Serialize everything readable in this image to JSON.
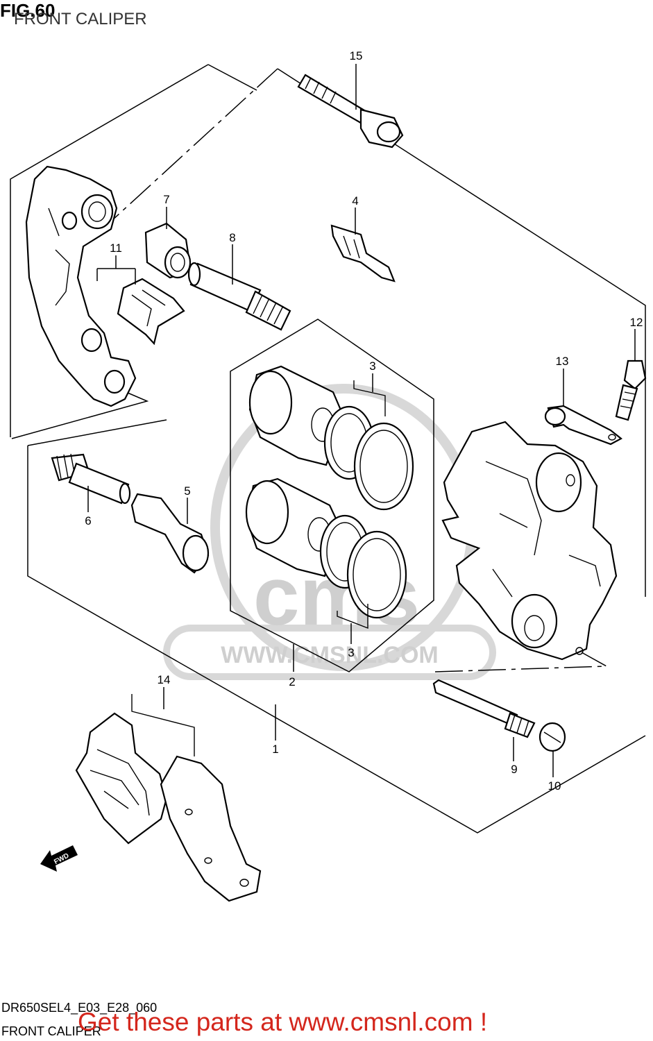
{
  "header": {
    "fig_label": "FIG.60",
    "title": "FRONT CALIPER"
  },
  "watermark": {
    "logo_text": "cms",
    "url_text": "WWW.CMSNL.COM"
  },
  "callouts": [
    {
      "id": "c15",
      "num": "15"
    },
    {
      "id": "c7",
      "num": "7"
    },
    {
      "id": "c4",
      "num": "4"
    },
    {
      "id": "c11",
      "num": "11"
    },
    {
      "id": "c8",
      "num": "8"
    },
    {
      "id": "c12",
      "num": "12"
    },
    {
      "id": "c3a",
      "num": "3"
    },
    {
      "id": "c13",
      "num": "13"
    },
    {
      "id": "c5",
      "num": "5"
    },
    {
      "id": "c6",
      "num": "6"
    },
    {
      "id": "c3b",
      "num": "3"
    },
    {
      "id": "c2",
      "num": "2"
    },
    {
      "id": "c14",
      "num": "14"
    },
    {
      "id": "c1",
      "num": "1"
    },
    {
      "id": "c9",
      "num": "9"
    },
    {
      "id": "c10",
      "num": "10"
    }
  ],
  "direction_arrow": {
    "label": "FWD"
  },
  "footer": {
    "model_code": "DR650SEL4_E03_E28_060",
    "title": "FRONT CALIPER",
    "promo": "Get these parts at www.cmsnl.com !",
    "promo_color": "#d4261c"
  }
}
